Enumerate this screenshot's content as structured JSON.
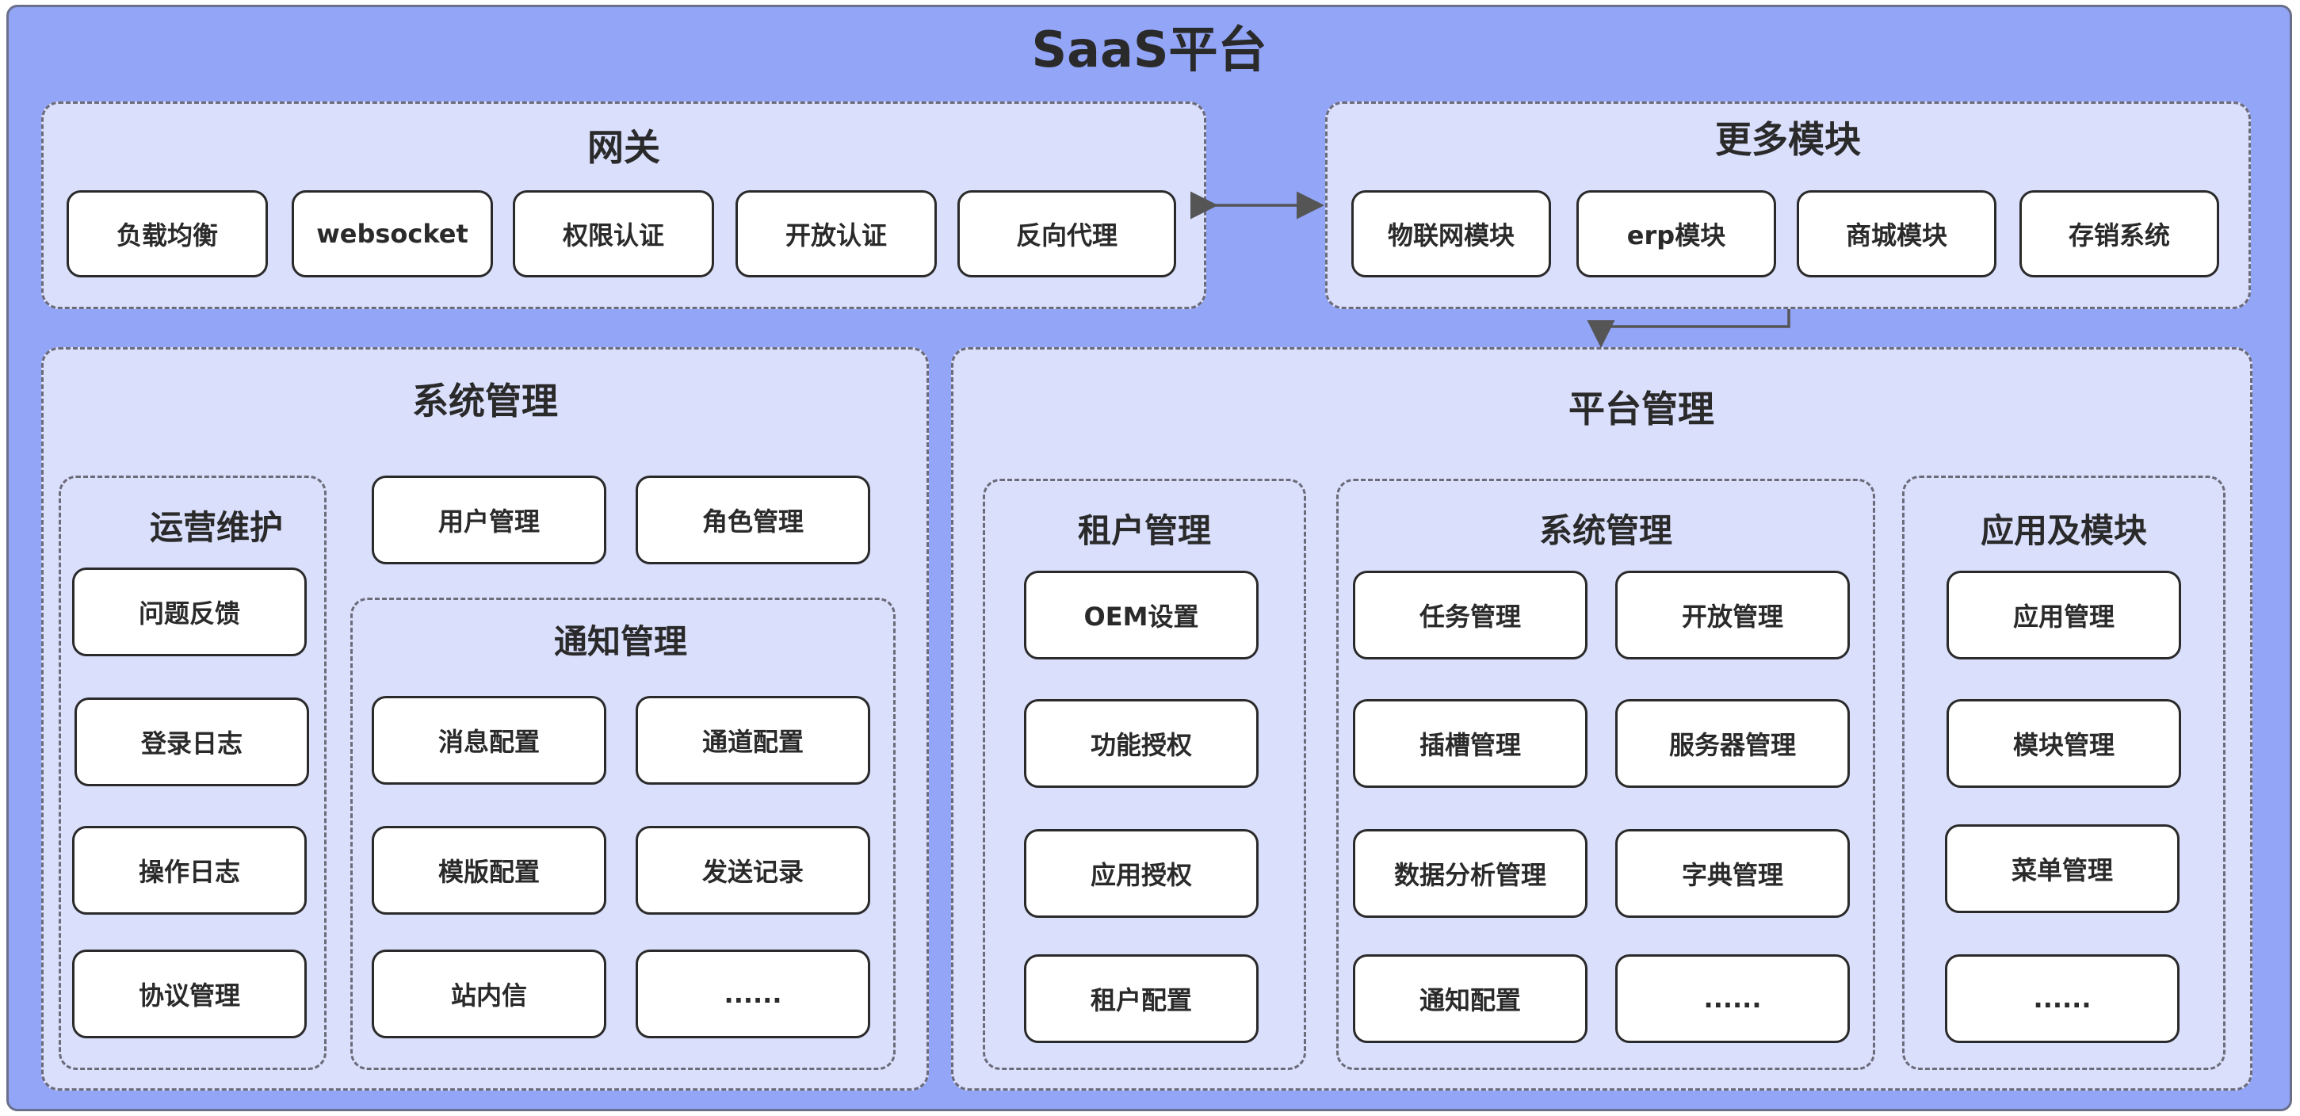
{
  "title": "SaaS平台",
  "gateway": {
    "title": "网关",
    "items": [
      "负载均衡",
      "websocket",
      "权限认证",
      "开放认证",
      "反向代理"
    ]
  },
  "more_modules": {
    "title": "更多模块",
    "items": [
      "物联网模块",
      "erp模块",
      "商城模块",
      "存销系统"
    ]
  },
  "system_mgmt": {
    "title": "系统管理",
    "users": "用户管理",
    "roles": "角色管理",
    "ops": {
      "title": "运营维护",
      "items": [
        "问题反馈",
        "登录日志",
        "操作日志",
        "协议管理"
      ]
    },
    "notify": {
      "title": "通知管理",
      "items": [
        "消息配置",
        "通道配置",
        "模版配置",
        "发送记录",
        "站内信",
        "......"
      ]
    }
  },
  "platform_mgmt": {
    "title": "平台管理",
    "tenant": {
      "title": "租户管理",
      "items": [
        "OEM设置",
        "功能授权",
        "应用授权",
        "租户配置"
      ]
    },
    "system": {
      "title": "系统管理",
      "items": [
        "任务管理",
        "开放管理",
        "插槽管理",
        "服务器管理",
        "数据分析管理",
        "字典管理",
        "通知配置",
        "......"
      ]
    },
    "apps": {
      "title": "应用及模块",
      "items": [
        "应用管理",
        "模块管理",
        "菜单管理",
        "......"
      ]
    }
  },
  "colors": {
    "platform_bg": "#93a5f7",
    "group_bg": "#dadffc",
    "box_bg": "#ffffff",
    "border": "#2a2a2a"
  }
}
